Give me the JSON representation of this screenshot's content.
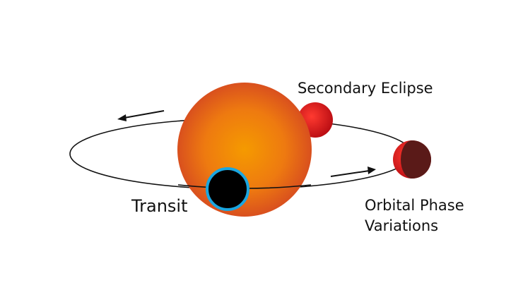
{
  "labels": {
    "secondary_eclipse": "Secondary Eclipse",
    "transit": "Transit",
    "orbital_phase_line1": "Orbital Phase",
    "orbital_phase_line2": "Variations"
  },
  "colors": {
    "background": "#ffffff",
    "star_core": "#f59a00",
    "star_mid": "#ee7a10",
    "star_edge": "#d9501e",
    "planet_red": "#e3151b",
    "planet_dark": "#5a1a18",
    "transit_planet": "#000000",
    "transit_ring": "#1aa6e0",
    "orbit": "#111111"
  }
}
